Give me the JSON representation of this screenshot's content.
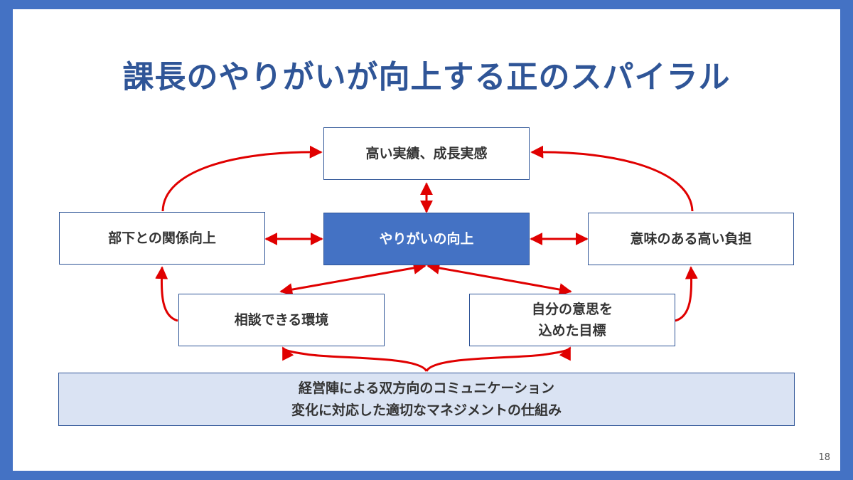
{
  "slide": {
    "title": "課長のやりがいが向上する正のスパイラル",
    "page_number": "18"
  },
  "diagram": {
    "top": "高い実績、成長実感",
    "center": "やりがいの向上",
    "left": "部下との関係向上",
    "right": "意味のある高い負担",
    "bottom_left": "相談できる環境",
    "bottom_right_line1": "自分の意思を",
    "bottom_right_line2": "込めた目標",
    "base_line1": "経営陣による双方向のコミュニケーション",
    "base_line2": "変化に対応した適切なマネジメントの仕組み"
  },
  "colors": {
    "background": "#4472C4",
    "title": "#2F5597",
    "center_fill": "#4472C4",
    "base_fill": "#DAE3F3",
    "arrow": "#E00000"
  }
}
